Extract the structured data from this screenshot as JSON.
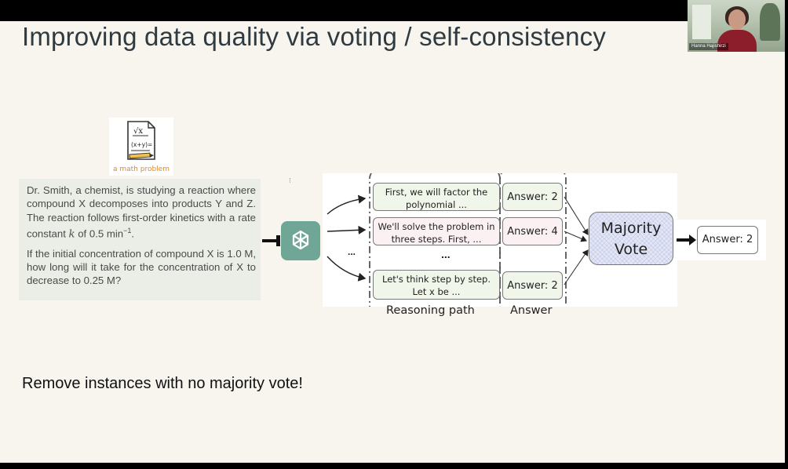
{
  "slide": {
    "title": "Improving data quality via voting / self-consistency",
    "math_icon_label": "a math problem",
    "problem": {
      "paragraph1": "Dr. Smith, a chemist, is studying a reaction where compound X decomposes into products Y and Z. The reaction follows first-order kinetics with a rate constant",
      "k_symbol": "k",
      "paragraph1_tail": "of 0.5",
      "unit_base": "min",
      "unit_exp": "−1",
      "unit_end": ".",
      "paragraph2": "If the initial concentration of compound X is 1.0 M, how long will it take for the concentration of X to decrease to 0.25 M?"
    },
    "reasoning_paths": [
      {
        "line1": "First, we will factor the",
        "line2": "polynomial ..."
      },
      {
        "line1": "We'll solve the problem in",
        "line2": "three steps. First, ..."
      },
      {
        "line1": "Let's think step by step.",
        "line2": "Let x be ..."
      }
    ],
    "answers": [
      "Answer: 2",
      "Answer: 4",
      "Answer: 2"
    ],
    "ellipsis": "...",
    "reasoning_caption": "Reasoning path",
    "answer_caption": "Answer",
    "majority_line1": "Majority",
    "majority_line2": "Vote",
    "final_answer": "Answer: 2",
    "footer": "Remove instances with no majority vote!"
  },
  "participant": {
    "name": "Hanna Hajishirzi"
  },
  "icons": {
    "math": "math-problem-icon",
    "model": "openai-logo-icon"
  },
  "colors": {
    "slide_bg": "#f8f4ee",
    "title": "#2f3b40",
    "problem_bg": "#ebeee6",
    "logo_bg": "#6fa696",
    "green_box": "#f1f6ea",
    "pink_box": "#fbf1f2",
    "majority_bg": "#e3e6f4",
    "math_label": "#e0892a"
  }
}
